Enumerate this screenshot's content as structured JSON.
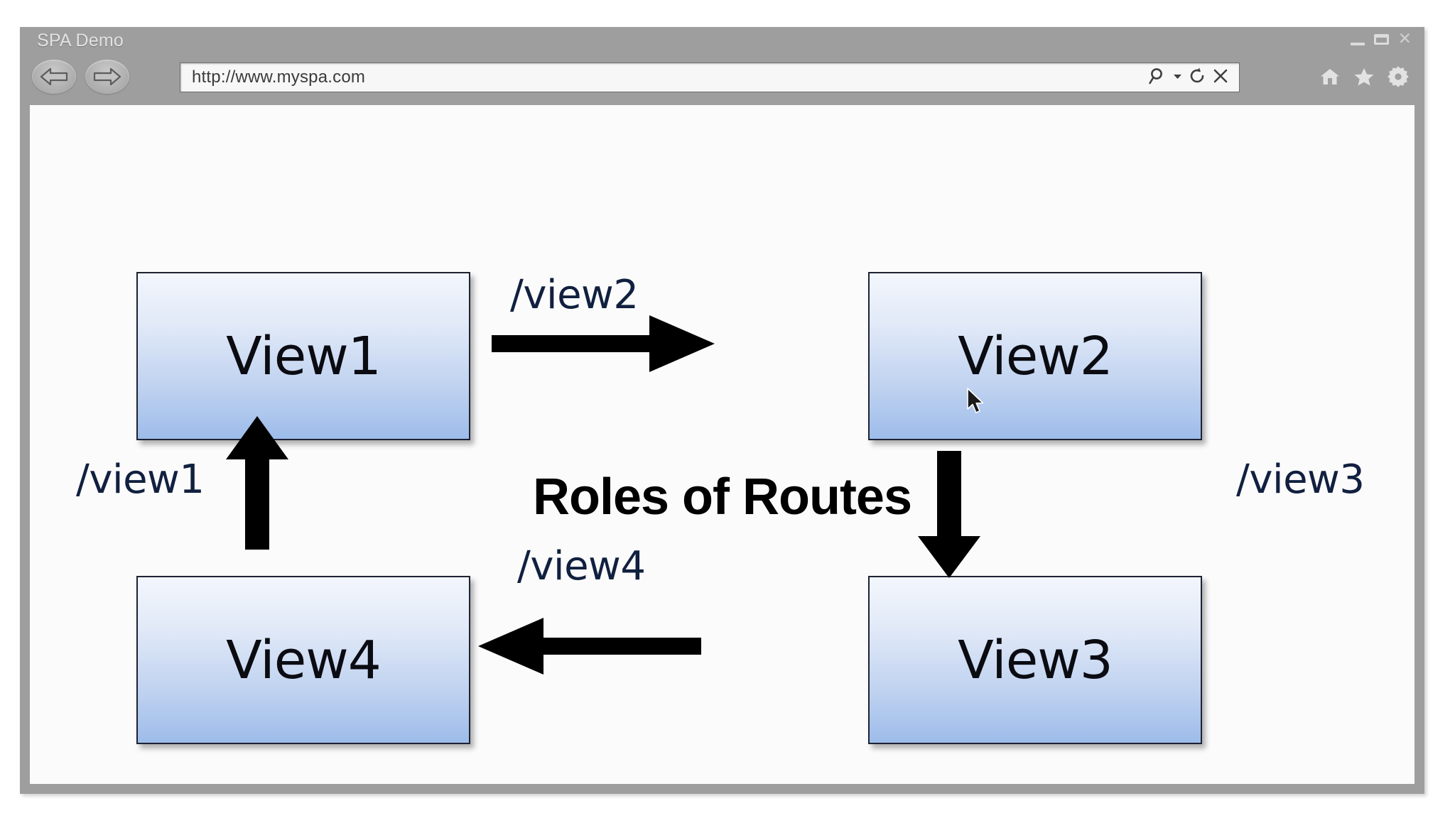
{
  "window": {
    "title": "SPA Demo",
    "controls": {
      "minimize": "minimize-icon",
      "maximize": "maximize-icon",
      "close": "close-icon"
    }
  },
  "toolbar": {
    "back_icon": "back-arrow-icon",
    "forward_icon": "forward-arrow-icon",
    "address": {
      "value": "http://www.myspa.com",
      "placeholder": "http://www.myspa.com"
    },
    "urlbar_icons": {
      "search": "search-icon",
      "search_dropdown": "chevron-down-icon",
      "refresh": "refresh-icon",
      "stop": "stop-icon"
    },
    "browser_icons": {
      "home": "home-icon",
      "favorites": "star-icon",
      "settings": "gear-icon"
    }
  },
  "page": {
    "heading": "Roles of Routes",
    "views": [
      {
        "id": "view1",
        "label": "View1"
      },
      {
        "id": "view2",
        "label": "View2"
      },
      {
        "id": "view3",
        "label": "View3"
      },
      {
        "id": "view4",
        "label": "View4"
      }
    ],
    "routes": [
      {
        "id": "view2",
        "label": "/view2",
        "from": "View1",
        "to": "View2",
        "direction": "right"
      },
      {
        "id": "view3",
        "label": "/view3",
        "from": "View2",
        "to": "View3",
        "direction": "down"
      },
      {
        "id": "view4",
        "label": "/view4",
        "from": "View3",
        "to": "View4",
        "direction": "left"
      },
      {
        "id": "view1",
        "label": "/view1",
        "from": "View4",
        "to": "View1",
        "direction": "up"
      }
    ],
    "cursor": "mouse-pointer-icon"
  },
  "colors": {
    "chrome": "#9e9e9e",
    "route_text": "#11203f",
    "box_border": "#1d2233",
    "box_gradient_top": "#f3f6fc",
    "box_gradient_bottom": "#9dbcea",
    "arrow": "#000000",
    "page_background": "#fbfbfc"
  }
}
